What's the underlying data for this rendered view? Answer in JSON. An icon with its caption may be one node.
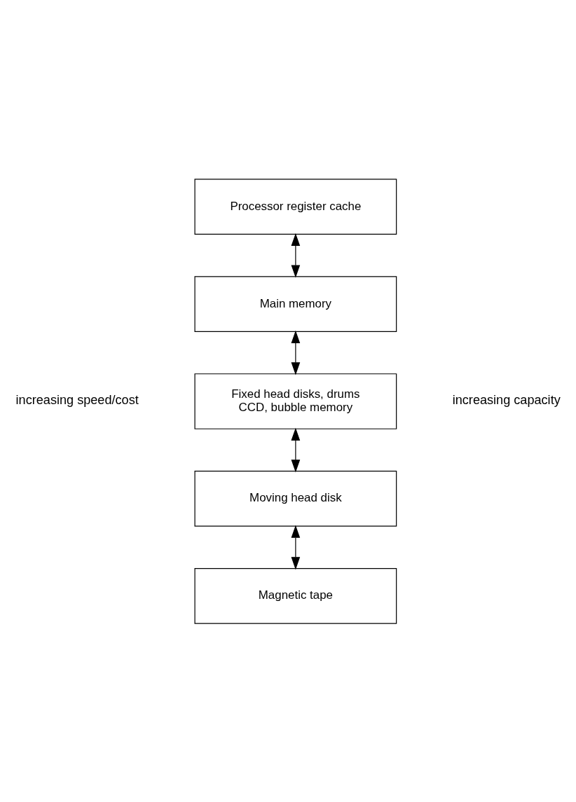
{
  "diagram": {
    "nodes": [
      {
        "text": [
          "Processor register cache"
        ]
      },
      {
        "text": [
          "Main memory"
        ]
      },
      {
        "text": [
          "Fixed head disks, drums",
          "CCD, bubble memory"
        ]
      },
      {
        "text": [
          "Moving head disk"
        ]
      },
      {
        "text": [
          "Magnetic tape"
        ]
      }
    ],
    "edges": [
      {
        "from": 0,
        "to": 1,
        "arrow": "both"
      },
      {
        "from": 1,
        "to": 2,
        "arrow": "both"
      },
      {
        "from": 2,
        "to": 3,
        "arrow": "both"
      },
      {
        "from": 3,
        "to": 4,
        "arrow": "both"
      }
    ],
    "labels": [
      "increasing speed/cost",
      "increasing capacity"
    ]
  }
}
